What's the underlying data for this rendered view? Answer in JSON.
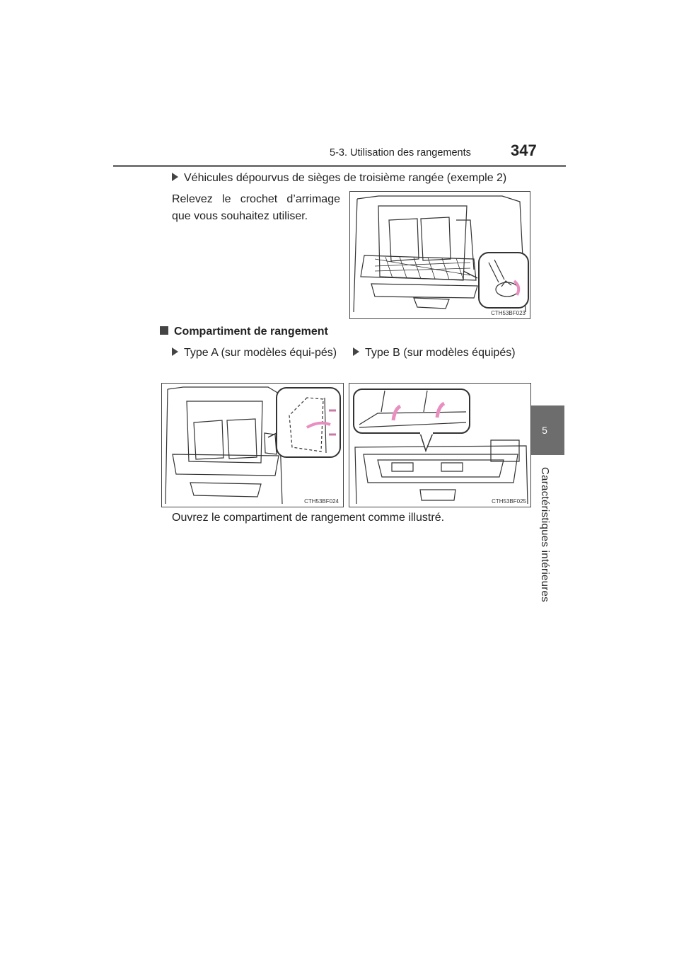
{
  "header": {
    "section_title": "5-3. Utilisation des rangements",
    "page_number": "347"
  },
  "side_tab": {
    "chapter_number": "5",
    "chapter_label": "Caractéristiques intérieures"
  },
  "block1": {
    "subheading": "Véhicules dépourvus de sièges de troisième rangée (exemple 2)",
    "instruction": "Relevez le crochet d’arrimage que vous souhaitez utiliser.",
    "figure_code": "CTH53BF023"
  },
  "block2": {
    "heading": "Compartiment de rangement",
    "type_a_label": "Type A (sur modèles équi-pés)",
    "type_b_label": "Type B (sur modèles équipés)",
    "figure_a_code": "CTH53BF024",
    "figure_b_code": "CTH53BF025",
    "caption": "Ouvrez le compartiment de rangement comme illustré."
  },
  "icons": {
    "bullet_triangle": "triangle-bullet-icon",
    "bullet_square": "square-bullet-icon"
  },
  "colors": {
    "tab_gray": "#6d6d6d",
    "arrow_pink": "#f4b6d8",
    "rule_gray": "#777777"
  }
}
